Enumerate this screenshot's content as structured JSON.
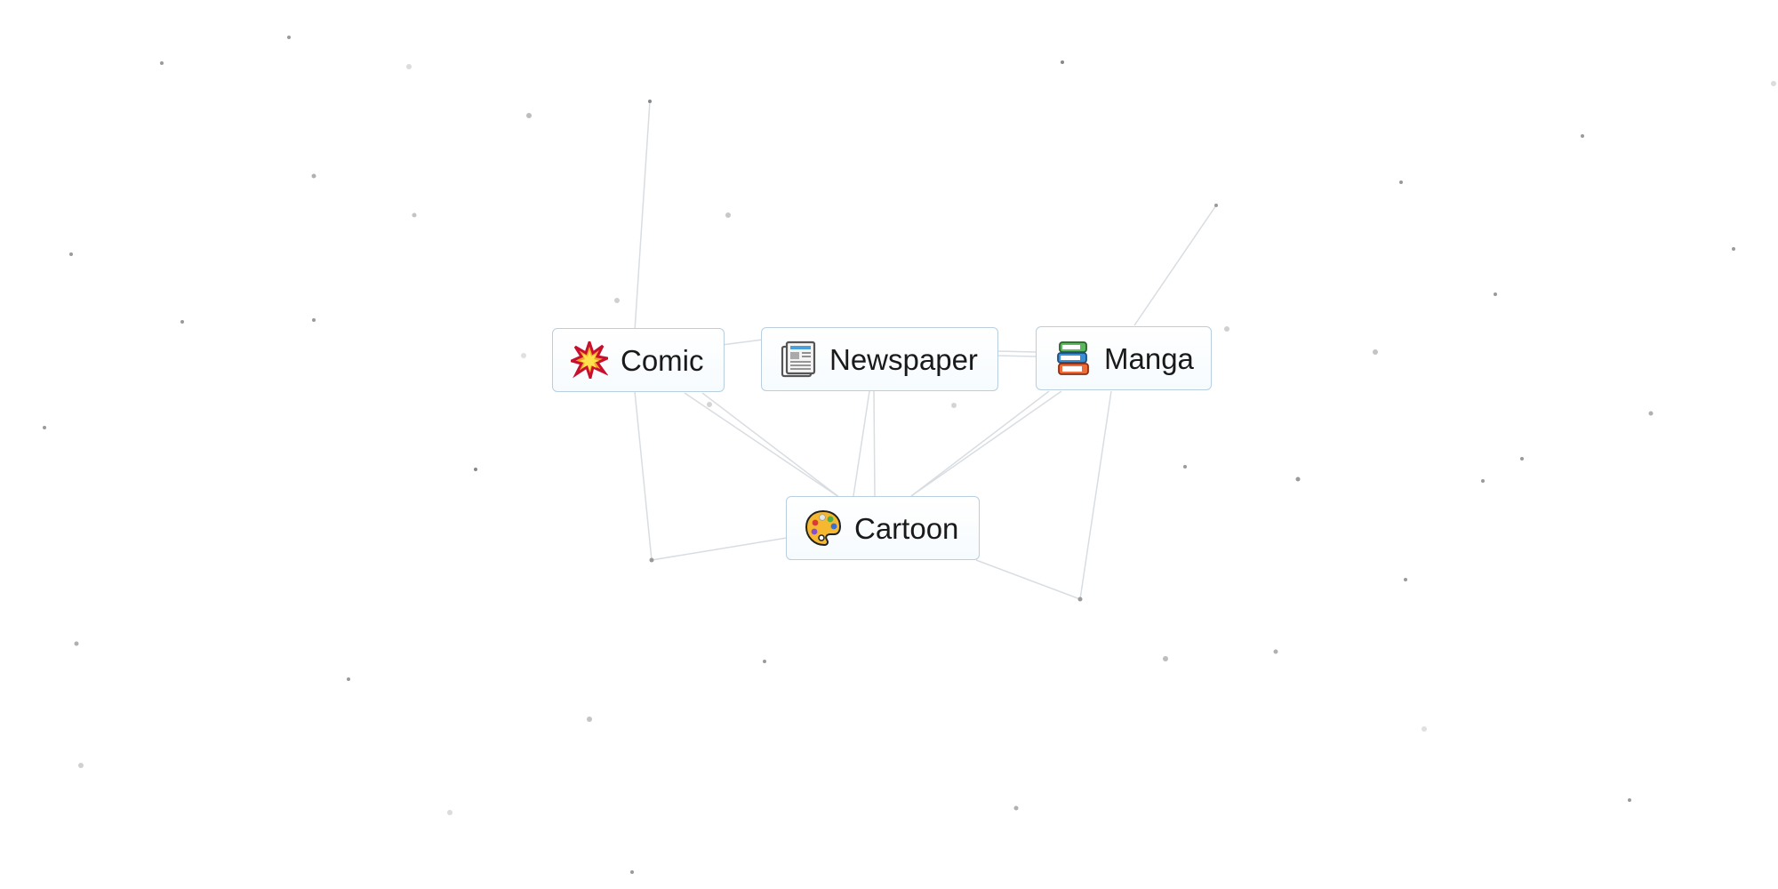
{
  "game": {
    "elements": [
      {
        "id": "comic",
        "label": "Comic",
        "icon": "collision-icon"
      },
      {
        "id": "newspaper",
        "label": "Newspaper",
        "icon": "newspaper-icon"
      },
      {
        "id": "manga",
        "label": "Manga",
        "icon": "books-icon"
      },
      {
        "id": "cartoon",
        "label": "Cartoon",
        "icon": "artist-palette-icon"
      }
    ]
  },
  "colors": {
    "background": "#ffffff",
    "card_border": "#b9cfe0",
    "card_text": "#1a1a1a",
    "link_line": "#d6dbe0",
    "particle": "#9a9a9a"
  }
}
